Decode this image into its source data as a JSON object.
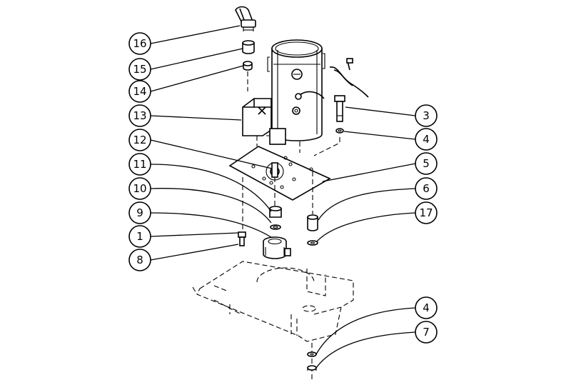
{
  "callouts": [
    {
      "id": "c16",
      "label": "16",
      "part": "elbow-fitting"
    },
    {
      "id": "c15",
      "label": "15",
      "part": "coupling"
    },
    {
      "id": "c14",
      "label": "14",
      "part": "nut"
    },
    {
      "id": "c13",
      "label": "13",
      "part": "pump-bracket"
    },
    {
      "id": "c12",
      "label": "12",
      "part": "shaft"
    },
    {
      "id": "c11",
      "label": "11",
      "part": "lock-nut"
    },
    {
      "id": "c10",
      "label": "10",
      "part": "spacer"
    },
    {
      "id": "c9",
      "label": "9",
      "part": "washer"
    },
    {
      "id": "c1",
      "label": "1",
      "part": "screw"
    },
    {
      "id": "c8",
      "label": "8",
      "part": "screw"
    },
    {
      "id": "c3",
      "label": "3",
      "part": "bolt"
    },
    {
      "id": "c4a",
      "label": "4",
      "part": "washer"
    },
    {
      "id": "c5",
      "label": "5",
      "part": "mounting-plate"
    },
    {
      "id": "c6",
      "label": "6",
      "part": "rubber-isolator"
    },
    {
      "id": "c17",
      "label": "17",
      "part": "washer"
    },
    {
      "id": "c4b",
      "label": "4",
      "part": "washer"
    },
    {
      "id": "c7",
      "label": "7",
      "part": "nut"
    }
  ]
}
